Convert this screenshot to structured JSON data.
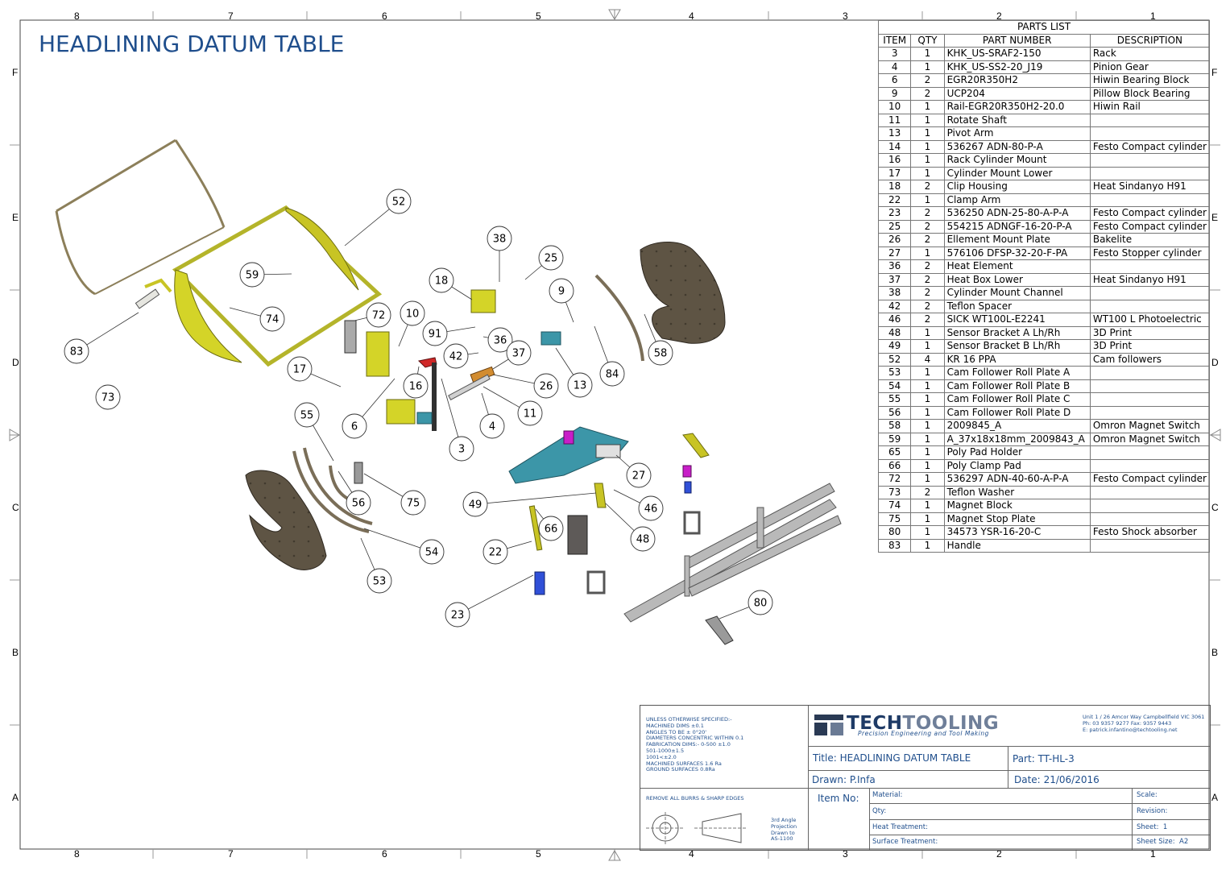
{
  "drawing_title": "HEADLINING DATUM TABLE",
  "border": {
    "columns": [
      "8",
      "7",
      "6",
      "5",
      "4",
      "3",
      "2",
      "1"
    ],
    "rows": [
      "F",
      "E",
      "D",
      "C",
      "B",
      "A"
    ]
  },
  "parts_list": {
    "caption": "PARTS LIST",
    "headers": [
      "ITEM",
      "QTY",
      "PART NUMBER",
      "DESCRIPTION"
    ],
    "rows": [
      [
        "3",
        "1",
        "KHK_US-SRAF2-150",
        "Rack"
      ],
      [
        "4",
        "1",
        "KHK_US-SS2-20_J19",
        "Pinion Gear"
      ],
      [
        "6",
        "2",
        "EGR20R350H2",
        "Hiwin Bearing Block"
      ],
      [
        "9",
        "2",
        "UCP204",
        "Pillow Block Bearing"
      ],
      [
        "10",
        "1",
        "Rail-EGR20R350H2-20.0",
        "Hiwin Rail"
      ],
      [
        "11",
        "1",
        "Rotate Shaft",
        ""
      ],
      [
        "13",
        "1",
        "Pivot Arm",
        ""
      ],
      [
        "14",
        "1",
        "536267 ADN-80-P-A",
        "Festo Compact cylinder"
      ],
      [
        "16",
        "1",
        "Rack Cylinder Mount",
        ""
      ],
      [
        "17",
        "1",
        "Cylinder Mount Lower",
        ""
      ],
      [
        "18",
        "2",
        "Clip Housing",
        "Heat Sindanyo H91"
      ],
      [
        "22",
        "1",
        "Clamp Arm",
        ""
      ],
      [
        "23",
        "2",
        "536250 ADN-25-80-A-P-A",
        "Festo Compact cylinder"
      ],
      [
        "25",
        "2",
        "554215 ADNGF-16-20-P-A",
        "Festo Compact cylinder"
      ],
      [
        "26",
        "2",
        "Ellement Mount Plate",
        "Bakelite"
      ],
      [
        "27",
        "1",
        "576106 DFSP-32-20-F-PA",
        "Festo Stopper cylinder"
      ],
      [
        "36",
        "2",
        "Heat Element",
        ""
      ],
      [
        "37",
        "2",
        "Heat Box Lower",
        "Heat Sindanyo H91"
      ],
      [
        "38",
        "2",
        "Cylinder Mount Channel",
        ""
      ],
      [
        "42",
        "2",
        "Teflon Spacer",
        ""
      ],
      [
        "46",
        "2",
        "SICK WT100L-E2241",
        "WT100 L Photoelectric"
      ],
      [
        "48",
        "1",
        "Sensor Bracket A Lh/Rh",
        "3D Print"
      ],
      [
        "49",
        "1",
        "Sensor Bracket B Lh/Rh",
        "3D Print"
      ],
      [
        "52",
        "4",
        "KR 16 PPA",
        "Cam followers"
      ],
      [
        "53",
        "1",
        "Cam Follower Roll Plate A",
        ""
      ],
      [
        "54",
        "1",
        "Cam Follower Roll Plate B",
        ""
      ],
      [
        "55",
        "1",
        "Cam Follower Roll Plate C",
        ""
      ],
      [
        "56",
        "1",
        "Cam Follower Roll Plate D",
        ""
      ],
      [
        "58",
        "1",
        "2009845_A",
        "Omron Magnet Switch"
      ],
      [
        "59",
        "1",
        "A_37x18x18mm_2009843_A",
        "Omron Magnet Switch"
      ],
      [
        "65",
        "1",
        "Poly Pad Holder",
        ""
      ],
      [
        "66",
        "1",
        "Poly Clamp Pad",
        ""
      ],
      [
        "72",
        "1",
        "536297 ADN-40-60-A-P-A",
        "Festo Compact cylinder"
      ],
      [
        "73",
        "2",
        "Teflon Washer",
        ""
      ],
      [
        "74",
        "1",
        "Magnet Block",
        ""
      ],
      [
        "75",
        "1",
        "Magnet Stop Plate",
        ""
      ],
      [
        "80",
        "1",
        "34573 YSR-16-20-C",
        "Festo Shock absorber"
      ],
      [
        "83",
        "1",
        "Handle",
        ""
      ]
    ]
  },
  "balloons": [
    "52",
    "38",
    "25",
    "59",
    "18",
    "9",
    "74",
    "72",
    "10",
    "91",
    "36",
    "42",
    "37",
    "83",
    "17",
    "16",
    "26",
    "13",
    "84",
    "58",
    "73",
    "6",
    "55",
    "4",
    "11",
    "3",
    "27",
    "56",
    "75",
    "49",
    "46",
    "66",
    "48",
    "22",
    "54",
    "53",
    "80",
    "23"
  ],
  "title_block": {
    "notes": [
      "UNLESS OTHERWISE SPECIFIED:-",
      "MACHINED DIMS ±0.1",
      "ANGLES TO BE ± 0°20'",
      "DIAMETERS CONCENTRIC WITHIN 0.1",
      "FABRICATION DIMS:- 0-500 ±1.0",
      "501-1000±1.5",
      "1001<±2.0",
      "MACHINED SURFACES 1.6 Ra",
      "GROUND SURFACES 0.8Ra"
    ],
    "burrs_note": "REMOVE ALL BURRS & SHARP EDGES",
    "projection": [
      "3rd Angle",
      "Projection",
      "Drawn to",
      "AS-1100"
    ],
    "logo_tech": "TECH",
    "logo_tooling": "TOOLING",
    "logo_tagline": "Precision Engineering and Tool Making",
    "address": [
      "Unit 1 / 26 Amcor Way Campbellfield VIC 3061",
      "Ph: 03 9357 9277 Fax: 9357 9443",
      "E: patrick.infantino@techtooling.net"
    ],
    "title_label": "Title:",
    "title_value": "HEADLINING DATUM TABLE",
    "part_label": "Part:",
    "part_value": "TT-HL-3",
    "drawn_label": "Drawn:",
    "drawn_value": "P.Infa",
    "date_label": "Date:",
    "date_value": "21/06/2016",
    "item_no_label": "Item No:",
    "material_label": "Material:",
    "qty_label": "Qty:",
    "heat_label": "Heat Treatment:",
    "surface_label": "Surface Treatment:",
    "scale_label": "Scale:",
    "revision_label": "Revision:",
    "sheet_label": "Sheet:",
    "sheet_value": "1",
    "size_label": "Sheet Size:",
    "size_value": "A2"
  },
  "colors": {
    "title_blue": "#1f4e8c",
    "plate_brown": "#5e5444",
    "part_yellow": "#d4d428",
    "part_teal": "#3c96a8",
    "part_magenta": "#c81ec8",
    "part_red": "#d02828",
    "frame_grey": "#8a8a8a"
  }
}
